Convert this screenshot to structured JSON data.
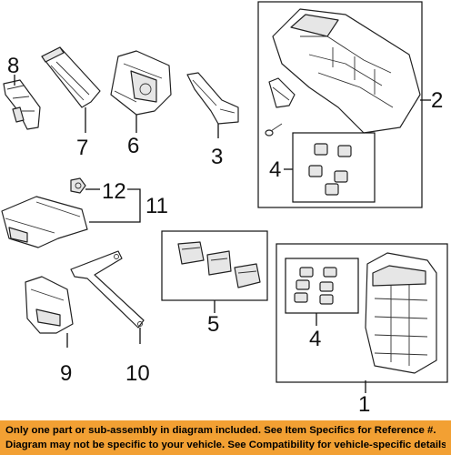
{
  "callouts": {
    "c1": "1",
    "c2": "2",
    "c3": "3",
    "c4_top": "4",
    "c4_bottom": "4",
    "c5": "5",
    "c6": "6",
    "c7": "7",
    "c8": "8",
    "c9": "9",
    "c10": "10",
    "c11": "11",
    "c12": "12"
  },
  "disclaimer": {
    "line1": "Only one part or sub-assembly in diagram included. See Item Specifics for Reference #.",
    "line2": "Diagram may not be specific to your vehicle. See Compatibility for vehicle-specific details."
  },
  "colors": {
    "banner": "#f2a033",
    "ink": "#111111"
  }
}
